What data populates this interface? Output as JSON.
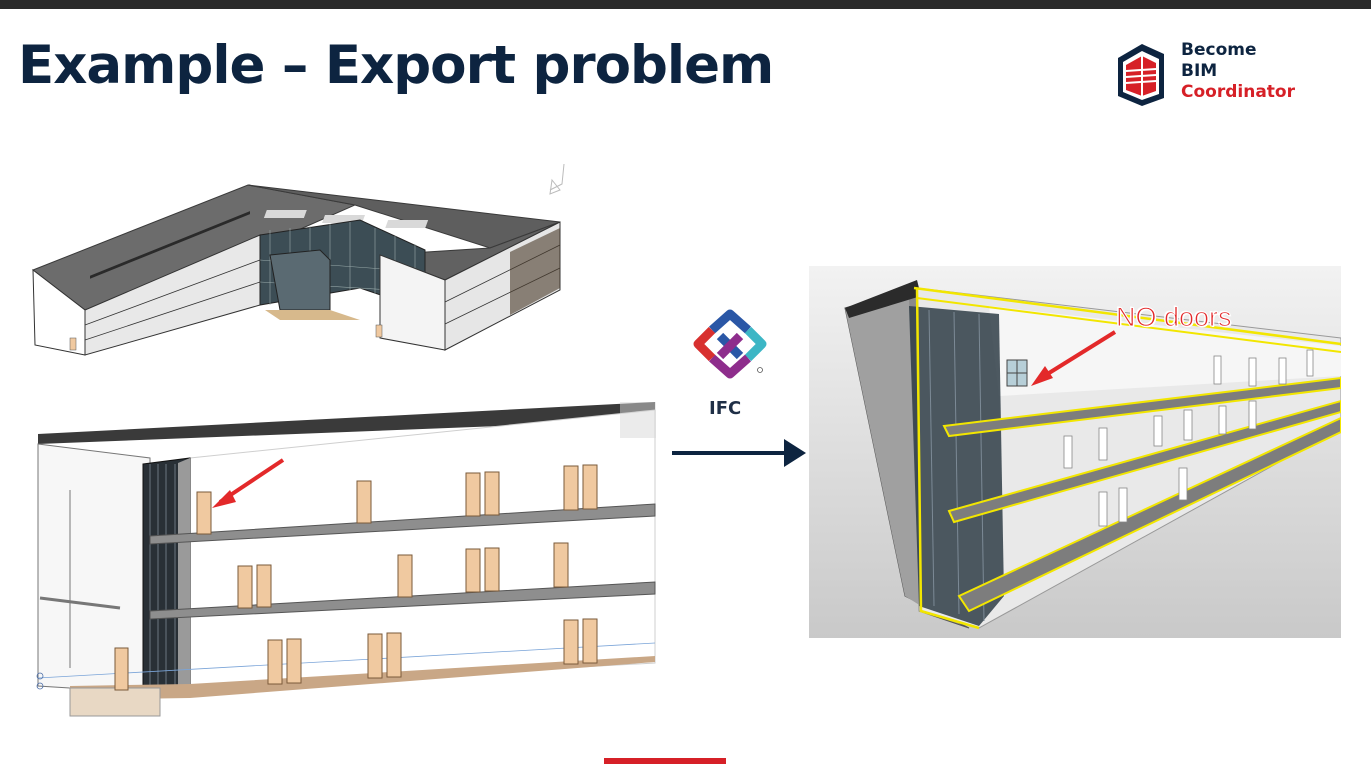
{
  "slide": {
    "title": "Example – Export problem"
  },
  "logo": {
    "line1": "Become",
    "line2": "BIM",
    "line3": "Coordinator"
  },
  "middle": {
    "ifc_label": "IFC"
  },
  "right_figure": {
    "callout": "NO doors"
  },
  "colors": {
    "navy": "#0d2440",
    "accent_red": "#d62027",
    "door": "#f0c9a0",
    "highlight_yellow": "#f2e600"
  }
}
